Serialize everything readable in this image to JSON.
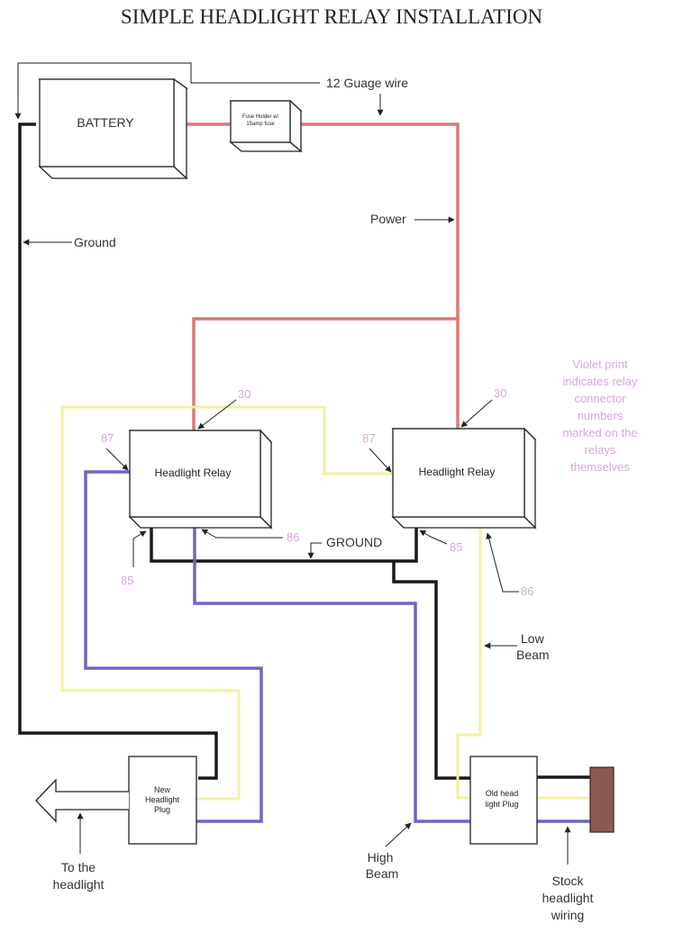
{
  "title": "SIMPLE HEADLIGHT RELAY INSTALLATION",
  "components": {
    "battery": "BATTERY",
    "fuse_line1": "Fuse Holder w/",
    "fuse_line2": "15amp fuse",
    "relay_left": "Headlight Relay",
    "relay_right": "Headlight Relay",
    "new_plug_line1": "New",
    "new_plug_line2": "Headlight",
    "new_plug_line3": "Plug",
    "old_plug_line1": "Old head",
    "old_plug_line2": "light Plug"
  },
  "labels": {
    "gauge_wire": "12 Guage wire",
    "power": "Power",
    "ground_left": "Ground",
    "ground_center": "GROUND",
    "low_beam_line1": "Low",
    "low_beam_line2": "Beam",
    "high_beam_line1": "High",
    "high_beam_line2": "Beam",
    "to_headlight_line1": "To the",
    "to_headlight_line2": "headlight",
    "stock_line1": "Stock",
    "stock_line2": "headlight",
    "stock_line3": "wiring"
  },
  "pins": {
    "left_30": "30",
    "left_87": "87",
    "left_85": "85",
    "left_86": "86",
    "right_30": "30",
    "right_87": "87",
    "right_85": "85",
    "right_86": "86"
  },
  "note": [
    "Violet print",
    "indicates relay",
    "connector",
    "numbers",
    "marked on the",
    "relays",
    "themselves"
  ],
  "colors": {
    "power_wire": "#d9787b",
    "ground_wire": "#1a1a1a",
    "high_beam_wire": "#6e66c2",
    "low_beam_wire": "#f3f0a0",
    "pin_numbers": "#d4a8d8",
    "stock_connector": "#8a5a52"
  }
}
